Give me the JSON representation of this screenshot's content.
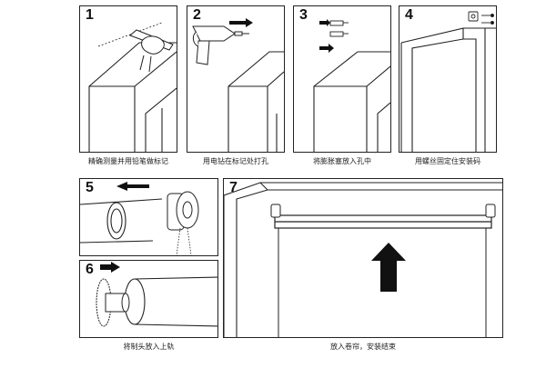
{
  "steps": [
    {
      "number": "1",
      "caption": "精确测量并用铅笔做标记"
    },
    {
      "number": "2",
      "caption": "用电钻在标记处打孔"
    },
    {
      "number": "3",
      "caption": "将膨胀塞放入孔中"
    },
    {
      "number": "4",
      "caption": "用螺丝固定住安装码"
    },
    {
      "number": "5",
      "caption": ""
    },
    {
      "number": "6",
      "caption": "将制头放入上轨"
    },
    {
      "number": "7",
      "caption": "放入卷帘，安装结束"
    }
  ],
  "colors": {
    "line": "#222222",
    "arrow": "#111111",
    "background": "#ffffff"
  }
}
